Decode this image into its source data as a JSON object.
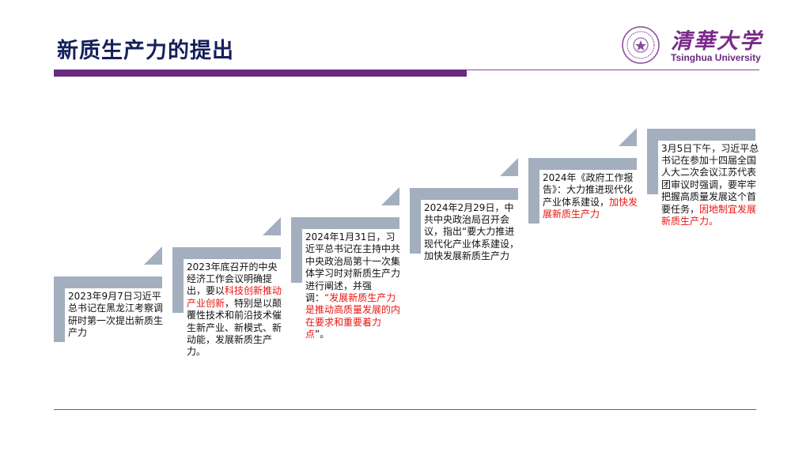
{
  "header": {
    "title": "新质生产力的提出"
  },
  "logo": {
    "cn": "清華大学",
    "en": "Tsinghua University"
  },
  "colors": {
    "accent": "#6a2a7f",
    "step_gray": "#a3afbe",
    "highlight": "#e8140f",
    "title": "#14205a"
  },
  "steps": [
    {
      "segments": [
        {
          "text": "2023年9月7日习近平总书记在黑龙江考察调研时第一次提出新质生产力",
          "red": false
        }
      ]
    },
    {
      "segments": [
        {
          "text": "2023年底召开的中央经济工作会议明确提出，要以",
          "red": false
        },
        {
          "text": "科技创新推动产业创新",
          "red": true
        },
        {
          "text": "，特别是以颠覆性技术和前沿技术催生新产业、新模式、新动能，发展新质生产力。",
          "red": false
        }
      ]
    },
    {
      "segments": [
        {
          "text": " 2024年1月31日，习近平总书记在主持中共中央政治局第十一次集体学习时对新质生产力进行阐述，并强调：",
          "red": false
        },
        {
          "text": "“发展新质生产力是推动高质量发展的内在要求和重要着力点",
          "red": true
        },
        {
          "text": "”。",
          "red": false
        }
      ]
    },
    {
      "segments": [
        {
          "text": "2024年2月29日，中共中央政治局召开会议，指出“要大力推进现代化产业体系建设，加快发展新质生产力",
          "red": false
        }
      ]
    },
    {
      "segments": [
        {
          "text": "2024年《政府工作报告》：大力推进现代化产业体系建设，",
          "red": false
        },
        {
          "text": "加快发展新质生产力",
          "red": true
        }
      ]
    },
    {
      "segments": [
        {
          "text": "3月5日下午，习近平总书记在参加十四届全国人大二次会议江苏代表团审议时强调，要牢牢把握高质量发展这个首要任务，",
          "red": false
        },
        {
          "text": "因地制宜发展新质生产力。",
          "red": true
        }
      ]
    }
  ]
}
